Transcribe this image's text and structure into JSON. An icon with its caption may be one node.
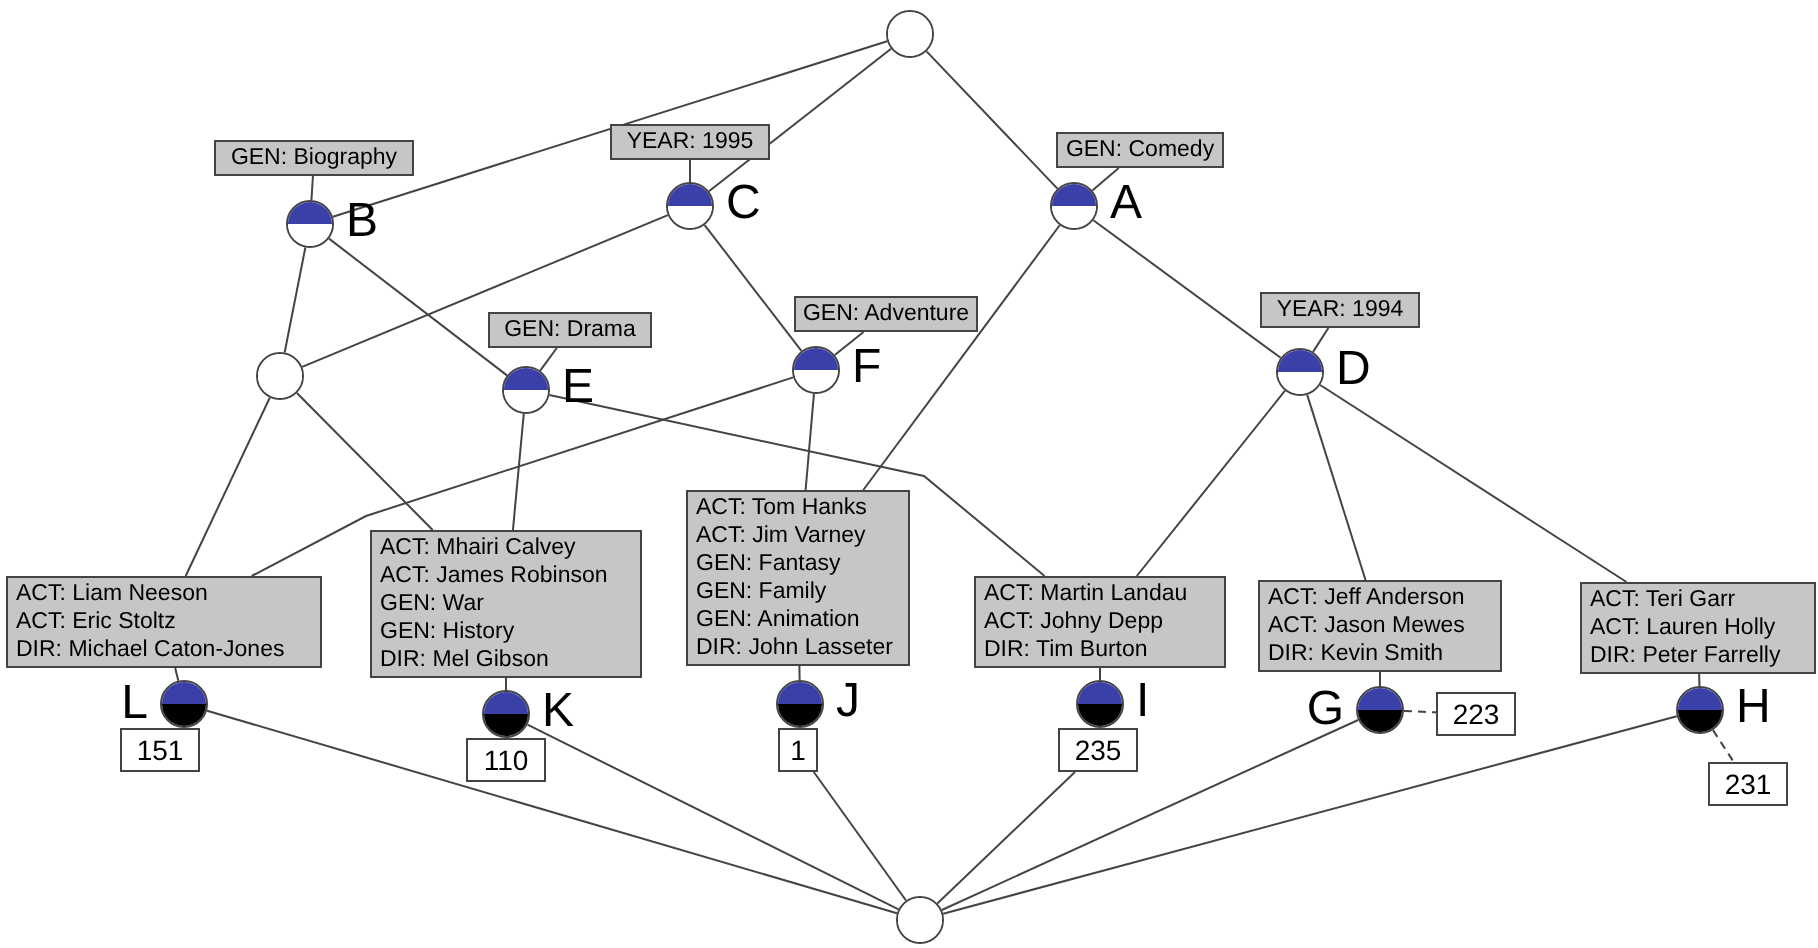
{
  "diagram": {
    "nodes": [
      {
        "text": [],
        "shape": "circle"
      },
      {
        "text": [
          "GEN: Biography"
        ]
      },
      {
        "text": [
          "YEAR: 1995"
        ]
      },
      {
        "text": [
          "GEN: Comedy"
        ]
      },
      {
        "text": [],
        "shape": "circle",
        "beside": [
          "B"
        ]
      },
      {
        "text": [],
        "shape": "circle",
        "beside": [
          "C"
        ]
      },
      {
        "text": [],
        "shape": "circle",
        "beside": [
          "A"
        ]
      },
      {
        "text": [
          "GEN: Drama"
        ]
      },
      {
        "text": [
          "GEN: Adventure"
        ]
      },
      {
        "text": [
          "YEAR: 1994"
        ]
      },
      {
        "text": [],
        "shape": "circle"
      },
      {
        "text": [],
        "shape": "circle",
        "beside": [
          "E"
        ]
      },
      {
        "text": [],
        "shape": "circle",
        "beside": [
          "F"
        ]
      },
      {
        "text": [],
        "shape": "circle",
        "beside": [
          "D"
        ]
      },
      {
        "text": [
          "ACT: Tom Hanks",
          "ACT: Jim Varney",
          "GEN: Fantasy",
          "GEN: Family",
          "GEN: Animation",
          "DIR: John Lasseter"
        ]
      },
      {
        "text": [
          "ACT: Mhairi Calvey",
          "ACT: James Robinson",
          "GEN: War",
          "GEN: History",
          "DIR: Mel Gibson"
        ]
      },
      {
        "text": [
          "ACT: Liam Neeson",
          "ACT: Eric Stoltz",
          "DIR: Michael Caton-Jones"
        ]
      },
      {
        "text": [
          "ACT: Martin Landau",
          "ACT: Johny Depp",
          "DIR: Tim Burton"
        ]
      },
      {
        "text": [
          "ACT: Jeff Anderson",
          "ACT: Jason Mewes",
          "DIR: Kevin Smith"
        ]
      },
      {
        "text": [
          "ACT: Teri Garr",
          "ACT: Lauren Holly",
          "DIR: Peter Farrelly"
        ]
      },
      {
        "text": [],
        "shape": "circle",
        "beside": [
          "L"
        ]
      },
      {
        "text": [],
        "shape": "circle",
        "beside": [
          "K"
        ]
      },
      {
        "text": [],
        "shape": "circle",
        "beside": [
          "J"
        ]
      },
      {
        "text": [],
        "shape": "circle",
        "beside": [
          "I"
        ]
      },
      {
        "text": [],
        "shape": "circle",
        "beside": [
          "G"
        ]
      },
      {
        "text": [],
        "shape": "circle",
        "beside": [
          "H"
        ]
      },
      {
        "text": [
          "151"
        ]
      },
      {
        "text": [
          "110"
        ]
      },
      {
        "text": [
          "1"
        ]
      },
      {
        "text": [
          "235"
        ]
      },
      {
        "text": [
          "223"
        ]
      },
      {
        "text": [
          "231"
        ]
      },
      {
        "text": [],
        "shape": "circle"
      }
    ],
    "edges": [
      {
        "from": 0,
        "to": 4,
        "arrow": "none"
      },
      {
        "from": 0,
        "to": 5,
        "arrow": "none"
      },
      {
        "from": 0,
        "to": 6,
        "arrow": "none"
      },
      {
        "from": 4,
        "to": 10,
        "arrow": "none"
      },
      {
        "from": 4,
        "to": 11,
        "arrow": "none"
      },
      {
        "from": 5,
        "to": 10,
        "arrow": "none"
      },
      {
        "from": 5,
        "to": 12,
        "arrow": "none"
      },
      {
        "from": 6,
        "to": 14,
        "arrow": "none"
      },
      {
        "from": 6,
        "to": 13,
        "arrow": "none"
      },
      {
        "from": 10,
        "to": 16,
        "arrow": "none"
      },
      {
        "from": 10,
        "to": 15,
        "arrow": "none"
      },
      {
        "from": 11,
        "to": 15,
        "arrow": "none"
      },
      {
        "from": 11,
        "to": 17,
        "arrow": "none"
      },
      {
        "from": 12,
        "to": 16,
        "arrow": "none"
      },
      {
        "from": 12,
        "to": 14,
        "arrow": "none"
      },
      {
        "from": 13,
        "to": 17,
        "arrow": "none"
      },
      {
        "from": 13,
        "to": 18,
        "arrow": "none"
      },
      {
        "from": 13,
        "to": 19,
        "arrow": "none"
      },
      {
        "from": 20,
        "to": 32,
        "arrow": "none"
      },
      {
        "from": 21,
        "to": 32,
        "arrow": "none"
      },
      {
        "from": 28,
        "to": 32,
        "arrow": "none"
      },
      {
        "from": 29,
        "to": 32,
        "arrow": "none"
      },
      {
        "from": 24,
        "to": 32,
        "arrow": "none"
      },
      {
        "from": 25,
        "to": 32,
        "arrow": "none"
      },
      {
        "from": 1,
        "to": 4,
        "arrow": "none"
      },
      {
        "from": 2,
        "to": 5,
        "arrow": "none"
      },
      {
        "from": 3,
        "to": 6,
        "arrow": "none"
      },
      {
        "from": 7,
        "to": 11,
        "arrow": "none"
      },
      {
        "from": 8,
        "to": 12,
        "arrow": "none"
      },
      {
        "from": 9,
        "to": 13,
        "arrow": "none"
      },
      {
        "from": 16,
        "to": 20,
        "arrow": "none"
      },
      {
        "from": 15,
        "to": 21,
        "arrow": "none"
      },
      {
        "from": 14,
        "to": 22,
        "arrow": "none"
      },
      {
        "from": 17,
        "to": 23,
        "arrow": "none"
      },
      {
        "from": 18,
        "to": 24,
        "arrow": "none"
      },
      {
        "from": 19,
        "to": 25,
        "arrow": "none"
      },
      {
        "from": 24,
        "to": 30,
        "arrow": "none",
        "style": "dashed"
      },
      {
        "from": 25,
        "to": 31,
        "arrow": "none",
        "style": "dashed"
      }
    ]
  }
}
